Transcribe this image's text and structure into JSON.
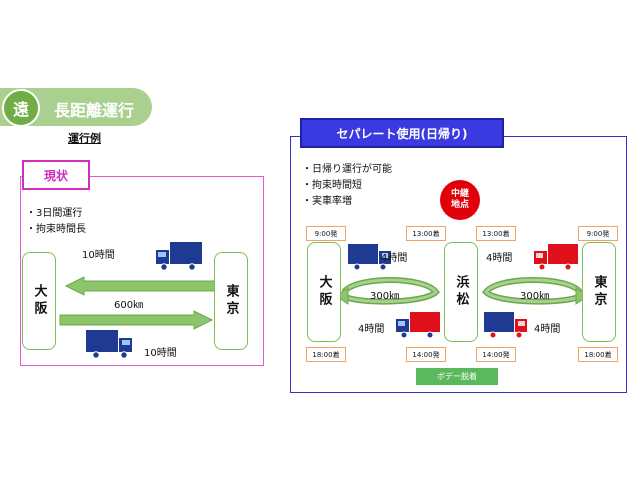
{
  "header": {
    "badge": "遠",
    "title": "長距離運行",
    "subtitle": "運行例"
  },
  "current": {
    "tag": "現状",
    "notes": [
      "・3日間運行",
      "・拘束時間長"
    ],
    "city_left": "大阪",
    "city_right": "東京",
    "time_top": "10時間",
    "distance": "600㎞",
    "time_bottom": "10時間"
  },
  "separate": {
    "tag": "セパレート使用(日帰り)",
    "notes": [
      "・日帰り運行が可能",
      "・拘束時間短",
      "・実車率増"
    ],
    "hub_label": "中継\n地点",
    "city_left": "大阪",
    "city_mid": "浜松",
    "city_right": "東京",
    "left_time_top": "4時間",
    "left_time_bottom": "4時間",
    "right_time_top": "4時間",
    "right_time_bottom": "4時間",
    "left_distance": "300㎞",
    "right_distance": "300㎞",
    "times": {
      "osaka_depart": "9:00発",
      "osaka_arrive": "18:00着",
      "hub_left_arrive": "13:00着",
      "hub_left_depart": "14:00発",
      "hub_right_arrive": "13:00着",
      "hub_right_depart": "14:00発",
      "tokyo_depart": "9:00発",
      "tokyo_arrive": "18:00着"
    },
    "swap_label": "ボデー脱着"
  },
  "colors": {
    "truck_blue": "#1f3a93",
    "truck_red": "#e0101a",
    "arrow_green": "#8cc56a",
    "current_border": "#d22cc0",
    "separate_border": "#3533c6"
  }
}
